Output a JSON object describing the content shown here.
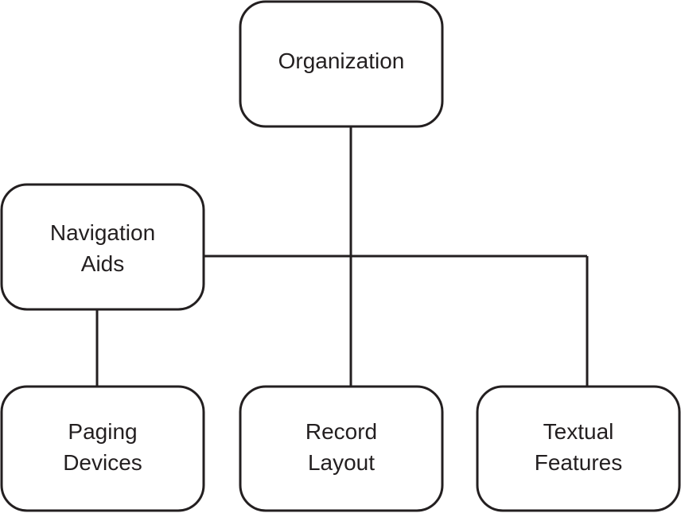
{
  "colors": {
    "stroke": "#231f20",
    "fill": "#ffffff",
    "text": "#231f20"
  },
  "nodes": {
    "organization": {
      "line1": "Organization"
    },
    "navigation_aids": {
      "line1": "Navigation",
      "line2": "Aids"
    },
    "paging_devices": {
      "line1": "Paging",
      "line2": "Devices"
    },
    "record_layout": {
      "line1": "Record",
      "line2": "Layout"
    },
    "textual_features": {
      "line1": "Textual",
      "line2": "Features"
    }
  }
}
